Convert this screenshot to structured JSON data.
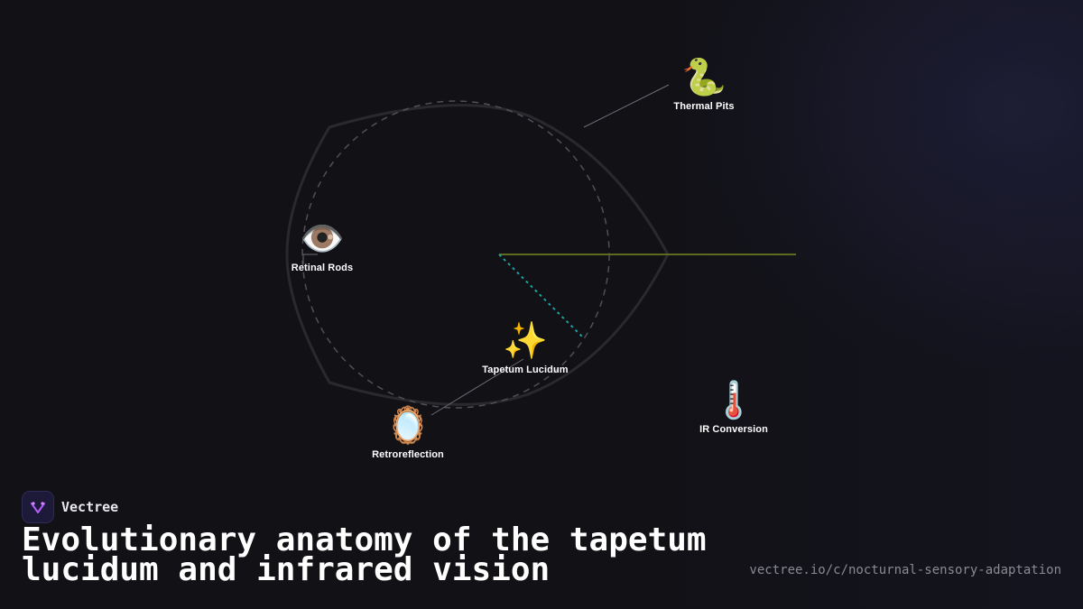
{
  "nodes": [
    {
      "id": "thermal-pits",
      "icon": "snake-icon",
      "emoji": "🐍",
      "label": "Thermal Pits"
    },
    {
      "id": "retinal-rods",
      "icon": "eye-icon",
      "emoji": "👁️",
      "label": "Retinal Rods"
    },
    {
      "id": "tapetum-lucidum",
      "icon": "sparkles-icon",
      "emoji": "✨",
      "label": "Tapetum Lucidum"
    },
    {
      "id": "ir-conversion",
      "icon": "thermometer-icon",
      "emoji": "🌡️",
      "label": "IR Conversion"
    },
    {
      "id": "retroreflection",
      "icon": "mirror-icon",
      "emoji": "🪞",
      "label": "Retroreflection"
    }
  ],
  "brand": {
    "name": "Vectree",
    "logo_icon": "vectree-logo-icon"
  },
  "title": "Evolutionary anatomy of the tapetum lucidum and infrared vision",
  "url": "vectree.io/c/nocturnal-sensory-adaptation",
  "colors": {
    "background": "#111116",
    "eye_outline": "#2a2a2e",
    "dashed_circle": "#55555c",
    "axis_line": "#5f6a1e",
    "teal_dotted": "#1aa3a3",
    "connector": "#6b6b72",
    "brand_accent": "#b35cff"
  }
}
